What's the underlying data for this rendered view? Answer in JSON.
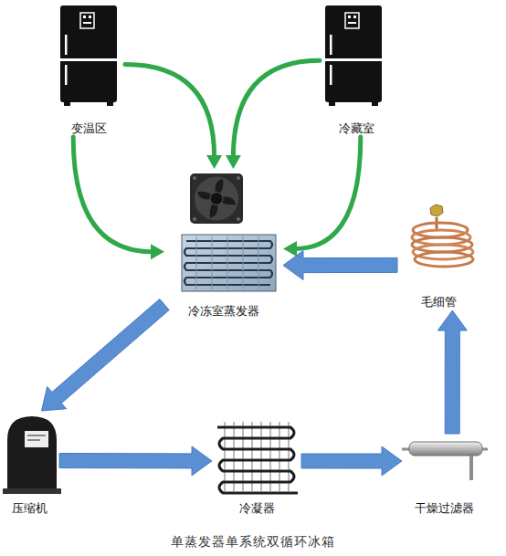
{
  "diagram": {
    "caption": "单蒸发器单系统双循环冰箱",
    "nodes": [
      {
        "text": [
          "变温区"
        ]
      },
      {
        "text": [
          "冷藏室"
        ]
      },
      {
        "text": [
          "冷冻室蒸发器"
        ]
      },
      {
        "text": [
          "毛细管"
        ]
      },
      {
        "text": [
          "压缩机"
        ]
      },
      {
        "text": [
          "冷凝器"
        ]
      },
      {
        "text": [
          "干燥过滤器"
        ]
      }
    ],
    "edges": [
      {
        "from": 0,
        "to": 2,
        "arrow": "to"
      },
      {
        "from": 0,
        "to": 2,
        "arrow": "to"
      },
      {
        "from": 1,
        "to": 2,
        "arrow": "to"
      },
      {
        "from": 1,
        "to": 2,
        "arrow": "to"
      },
      {
        "from": 3,
        "to": 2,
        "arrow": "to"
      },
      {
        "from": 2,
        "to": 4,
        "arrow": "to"
      },
      {
        "from": 4,
        "to": 5,
        "arrow": "to"
      },
      {
        "from": 5,
        "to": 6,
        "arrow": "to"
      },
      {
        "from": 6,
        "to": 3,
        "arrow": "to"
      }
    ]
  }
}
